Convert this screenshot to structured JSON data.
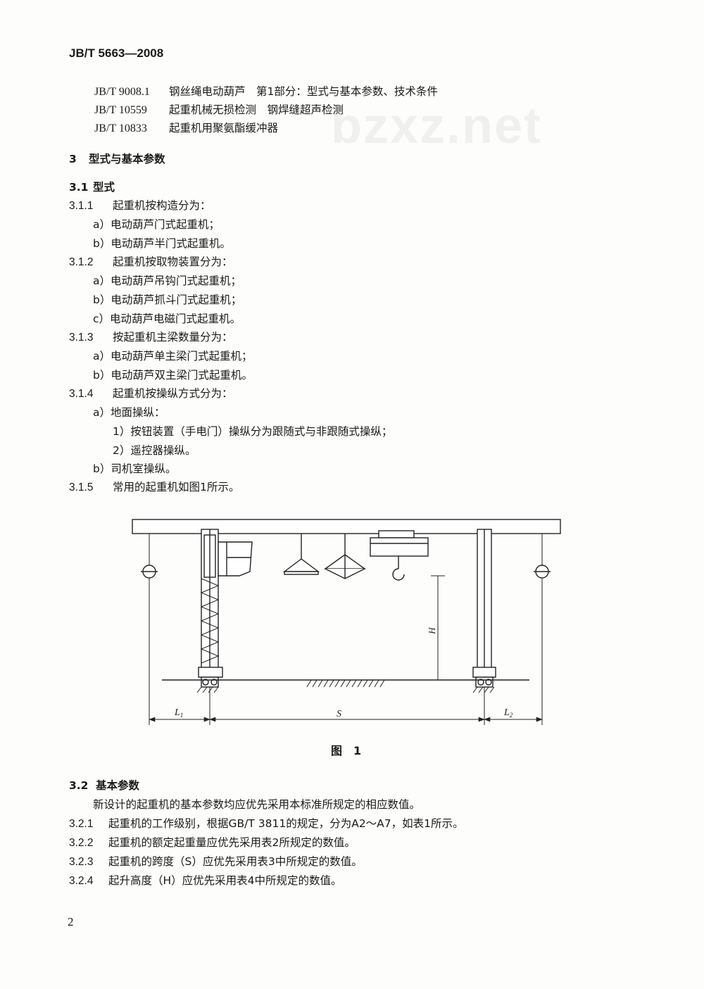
{
  "header": {
    "doc_id": "JB/T 5663—2008"
  },
  "watermark": "bzxz.net",
  "references": [
    {
      "code": "JB/T 9008.1",
      "title": "钢丝绳电动葫芦　第1部分：型式与基本参数、技术条件"
    },
    {
      "code": "JB/T 10559",
      "title": "起重机械无损检测　钢焊缝超声检测"
    },
    {
      "code": "JB/T 10833",
      "title": "起重机用聚氨酯缓冲器"
    }
  ],
  "section3": {
    "num": "3",
    "title": "型式与基本参数"
  },
  "s31": {
    "num": "3.1",
    "title": "型式"
  },
  "s311": {
    "num": "3.1.1",
    "text": "起重机按构造分为：",
    "items": [
      "a）电动葫芦门式起重机；",
      "b）电动葫芦半门式起重机。"
    ]
  },
  "s312": {
    "num": "3.1.2",
    "text": "起重机按取物装置分为：",
    "items": [
      "a）电动葫芦吊钩门式起重机；",
      "b）电动葫芦抓斗门式起重机；",
      "c）电动葫芦电磁门式起重机。"
    ]
  },
  "s313": {
    "num": "3.1.3",
    "text": "按起重机主梁数量分为：",
    "items": [
      "a）电动葫芦单主梁门式起重机；",
      "b）电动葫芦双主梁门式起重机。"
    ]
  },
  "s314": {
    "num": "3.1.4",
    "text": "起重机按操纵方式分为：",
    "item_a": "a）地面操纵：",
    "sub": [
      "1）按钮装置（手电门）操纵分为跟随式与非跟随式操纵；",
      "2）遥控器操纵。"
    ],
    "item_b": "b）司机室操纵。"
  },
  "s315": {
    "num": "3.1.5",
    "text": "常用的起重机如图1所示。"
  },
  "figure": {
    "caption": "图　1",
    "label_H": "H",
    "label_S": "S",
    "label_L1": "L",
    "label_L1_sub": "1",
    "label_L2": "L",
    "label_L2_sub": "2"
  },
  "s32": {
    "num": "3.2",
    "title": "基本参数",
    "text": "新设计的起重机的基本参数均应优先采用本标准所规定的相应数值。"
  },
  "s321": {
    "num": "3.2.1",
    "text": "起重机的工作级别，根据GB/T 3811的规定，分为A2～A7，如表1所示。"
  },
  "s322": {
    "num": "3.2.2",
    "text": "起重机的额定起重量应优先采用表2所规定的数值。"
  },
  "s323": {
    "num": "3.2.3",
    "text": "起重机的跨度（S）应优先采用表3中所规定的数值。"
  },
  "s324": {
    "num": "3.2.4",
    "text": "起升高度（H）应优先采用表4中所规定的数值。"
  },
  "page_number": "2"
}
